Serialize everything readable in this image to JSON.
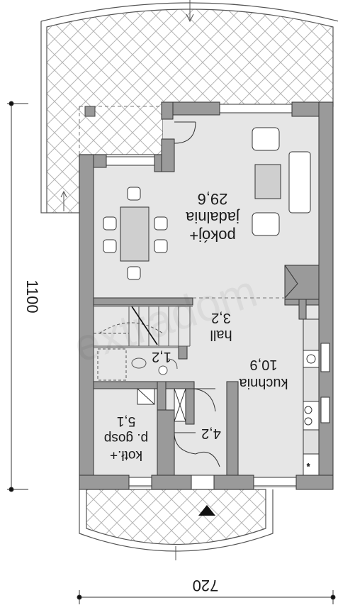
{
  "rooms": {
    "living": {
      "line1": "pokój+",
      "line2": "jadalnia",
      "area": "29,6"
    },
    "hall": {
      "name": "hall",
      "area": "3,2"
    },
    "kitchen": {
      "name": "kuchnia",
      "area": "10,9"
    },
    "wc": {
      "area": "1,2"
    },
    "corridor": {
      "area": "4,2"
    },
    "utility": {
      "line1": "kotł.+",
      "line2": "p. gosp",
      "area": "5,1"
    }
  },
  "dimensions": {
    "height": "1100",
    "width": "720"
  },
  "colors": {
    "wall": "#9a9a9a",
    "floor": "#e6e6e6",
    "wall_outline": "#333333",
    "terrace": "#ffffff"
  },
  "watermark": "extradom"
}
